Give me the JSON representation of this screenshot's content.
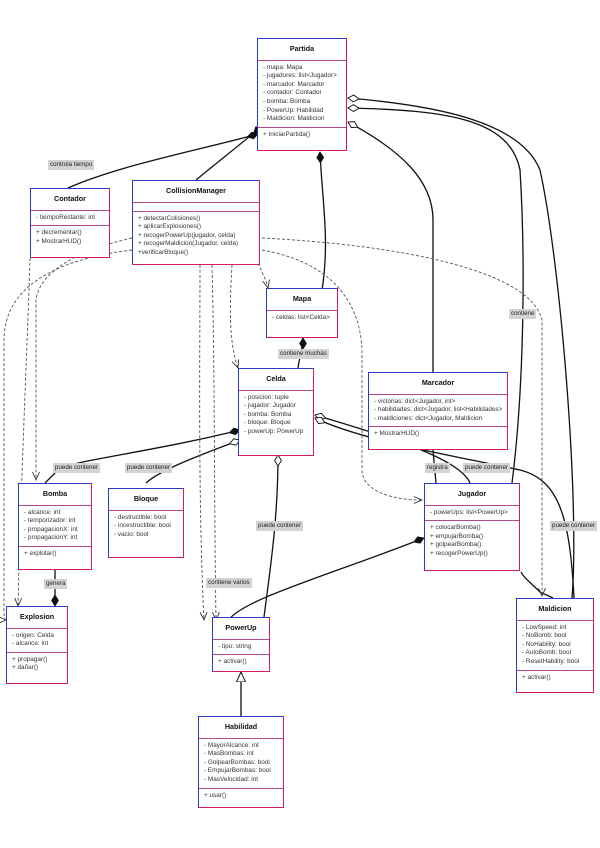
{
  "classes": {
    "partida": {
      "name": "Partida",
      "attributes": [
        "- mapa: Mapa",
        "- jugadores: list<Jugador>",
        "- marcador: Marcador",
        "- contador: Contador",
        "- bomba: Bomba",
        "- PowerUp: Habilidad",
        "- Maldicion: Maldicion"
      ],
      "methods": [
        "+ IniciarPartida()"
      ]
    },
    "contador": {
      "name": "Contador",
      "attributes": [
        "- tiempoRestante: int"
      ],
      "methods": [
        "+ decrementar()",
        "+ MostrarHUD()"
      ]
    },
    "collision": {
      "name": "CollisionManager",
      "attributes": [],
      "methods": [
        "+ detectarColisiones()",
        "+ aplicarExplosiones()",
        "+ recogerPowerUp(jugador, celda)",
        "+ recogerMaldicion(Jugador, celda)",
        "+verificarBloque()"
      ]
    },
    "mapa": {
      "name": "Mapa",
      "attributes": [
        "- celdas: list<Celda>"
      ],
      "methods": []
    },
    "celda": {
      "name": "Celda",
      "attributes": [
        "- posicion: tuple",
        "- jugador: Jugador",
        "- bomba: Bomba",
        "- bloque: Bloque",
        "- powerUp: PowerUp"
      ],
      "methods": []
    },
    "marcador": {
      "name": "Marcador",
      "attributes": [
        "- victorias: dict<Jugador, int>",
        "- habilidades: dict<Jugador, list<Habilidades>",
        "- maldiciones: dict<Jugador, Maldicion"
      ],
      "methods": [
        "+ MostrarHUD()"
      ]
    },
    "bomba": {
      "name": "Bomba",
      "attributes": [
        "- alcance: int",
        "- temporizador: int",
        "- propagacionX: int",
        "- propagacionY: int"
      ],
      "methods": [
        "+ explotar()"
      ]
    },
    "bloque": {
      "name": "Bloque",
      "attributes": [
        "- destructible: bool",
        "- incestructible: bool",
        "- vacio: bool"
      ],
      "methods": []
    },
    "jugador": {
      "name": "Jugador",
      "attributes": [
        "- powerUps: list<PowerUp>"
      ],
      "methods": [
        "+ colocarBomba()",
        "+ empujarBomba()",
        "+ golpearBomba()",
        "+ recogerPowerUp()"
      ]
    },
    "explosion": {
      "name": "Explosion",
      "attributes": [
        "- origen: Celda",
        "- alcance: int"
      ],
      "methods": [
        "+ propagar()",
        "+ dañar()"
      ]
    },
    "powerup": {
      "name": "PowerUp",
      "attributes": [
        "- tipo: string"
      ],
      "methods": [
        "+ activar()"
      ]
    },
    "maldicion": {
      "name": "Maldicion",
      "attributes": [
        "- LowSpeed: int",
        "- NoBomb: bool",
        "- NoHability: bool",
        "- AutoBomb: bool",
        "- ResetHability: bool"
      ],
      "methods": [
        "+ activar()"
      ]
    },
    "habilidad": {
      "name": "Habilidad",
      "attributes": [
        "- MayorAlcance: int",
        "- MasBombas: int",
        "- GolpearBombas: bool",
        "- EmpujarBombas: bool",
        "- MasVelocidad: int"
      ],
      "methods": [
        "+ usar()"
      ]
    }
  },
  "edge_labels": {
    "controla_tiempo": "controla tiempo",
    "contiene": "contiene",
    "contiene_muchas": "contiene muchas",
    "puede_contener": "puede contener",
    "registra": "registra",
    "genera": "genera",
    "contiene_varios": "contiene varios"
  }
}
